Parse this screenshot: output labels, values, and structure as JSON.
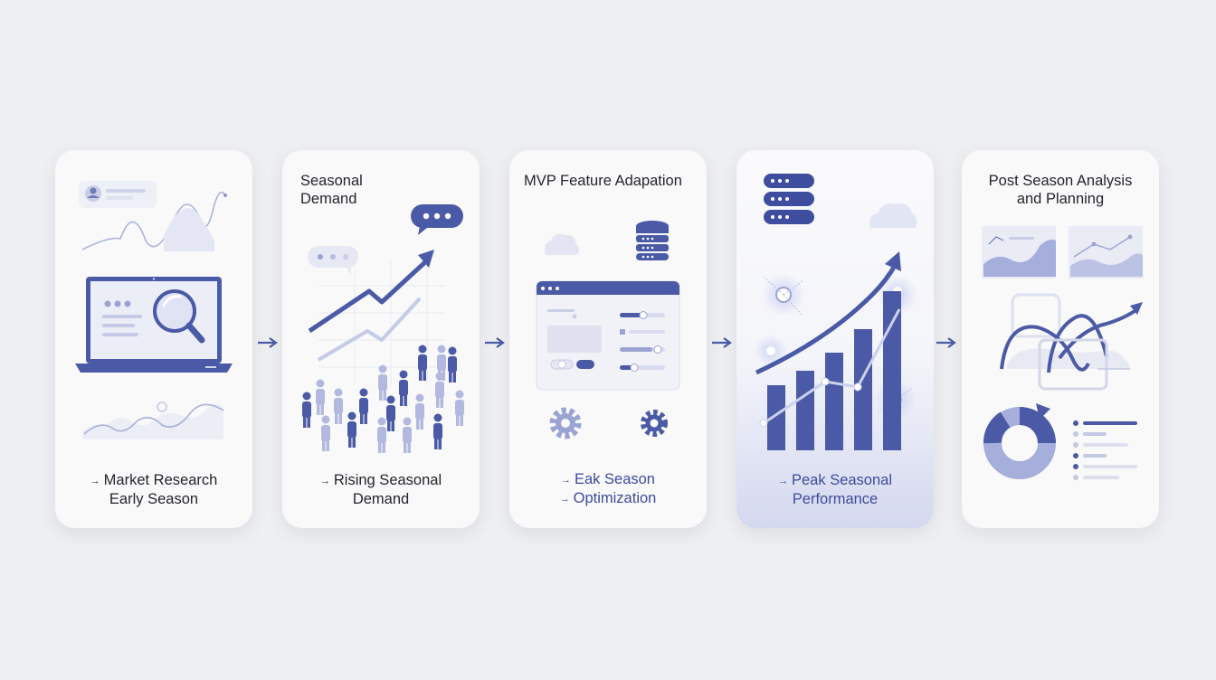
{
  "colors": {
    "background": "#eeeff1",
    "card": "#f9f9f9",
    "accent": "#4b5aa6",
    "accent_light": "#a9b0db",
    "caption_dark": "#23252d",
    "caption_accent": "#3d4b9b"
  },
  "connector_icon": "right-arrow-icon",
  "stages": [
    {
      "title_lines": [],
      "caption_lines": [
        "Market Research",
        "Early Season"
      ],
      "icons": [
        "user-avatar-icon",
        "line-chart-icon",
        "laptop-icon",
        "magnifier-icon",
        "area-chart-icon"
      ]
    },
    {
      "title_lines": [
        "Seasonal",
        "Demand"
      ],
      "caption_lines": [
        "Rising Seasonal",
        "Demand"
      ],
      "icons": [
        "chat-bubble-icon",
        "trend-arrow-icon",
        "people-crowd-icon"
      ]
    },
    {
      "title_lines": [
        "MVP Feature Adapation"
      ],
      "caption_lines": [
        "Eak Season",
        "Optimization"
      ],
      "icons": [
        "cloud-icon",
        "database-icon",
        "settings-window-icon",
        "gear-icon"
      ]
    },
    {
      "title_lines": [],
      "caption_lines": [
        "Peak Seasonal",
        "Performance"
      ],
      "icons": [
        "database-icon",
        "cloud-icon",
        "bar-chart-icon",
        "trend-arrow-icon",
        "network-node-icon"
      ]
    },
    {
      "title_lines": [
        "Post Season Analysis",
        "and Planning"
      ],
      "caption_lines": [],
      "icons": [
        "area-chart-icon",
        "line-chart-icon",
        "loop-arrow-icon",
        "donut-chart-icon",
        "list-icon"
      ]
    }
  ]
}
